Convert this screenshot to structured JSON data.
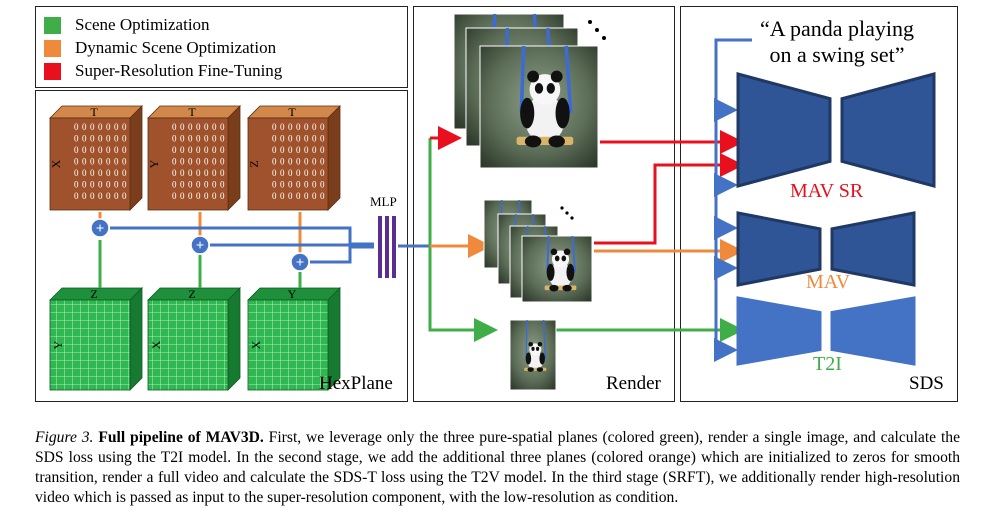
{
  "legend": {
    "scene": {
      "label": "Scene Optimization",
      "color": "#3fae49"
    },
    "dynamic": {
      "label": "Dynamic Scene Optimization",
      "color": "#ef8a3c"
    },
    "sr": {
      "label": "Super-Resolution Fine-Tuning",
      "color": "#e8101e"
    }
  },
  "hexplane": {
    "label": "HexPlane",
    "orange_planes": [
      {
        "top": "T",
        "side": "X"
      },
      {
        "top": "T",
        "side": "Y"
      },
      {
        "top": "T",
        "side": "Z"
      }
    ],
    "green_planes": [
      {
        "top": "Z",
        "side": "Y"
      },
      {
        "top": "Z",
        "side": "X"
      },
      {
        "top": "Y",
        "side": "X"
      }
    ],
    "plus_symbol": "+",
    "grid_char": "0"
  },
  "mlp_label": "MLP",
  "render_label": "Render",
  "sds": {
    "label": "SDS",
    "prompt_line1": "“A panda playing",
    "prompt_line2": "on a swing set”",
    "models": [
      {
        "label": "MAV SR",
        "color": "#e8101e"
      },
      {
        "label": "MAV",
        "color": "#ef8a3c"
      },
      {
        "label": "T2I",
        "color": "#3fae49"
      }
    ]
  },
  "caption": {
    "figure": "Figure 3.",
    "title": "Full pipeline of MAV3D.",
    "text": " First, we leverage only the three pure-spatial planes (colored green), render a single image, and calculate the SDS loss using the T2I model. In the second stage, we add the additional three planes (colored orange) which are initialized to zeros for smooth transition, render a full video and calculate the SDS-T loss using the T2V model. In the third stage (SRFT), we additionally render high-resolution video which is passed as input to the super-resolution component, with the low-resolution as condition."
  },
  "colors": {
    "blue": "#4472c4",
    "dark_blue": "#1f3864",
    "orange_face": "#a0522d",
    "orange_top": "#d2884a",
    "green_face": "#2eb84f",
    "green_top": "#1e8f3a"
  }
}
